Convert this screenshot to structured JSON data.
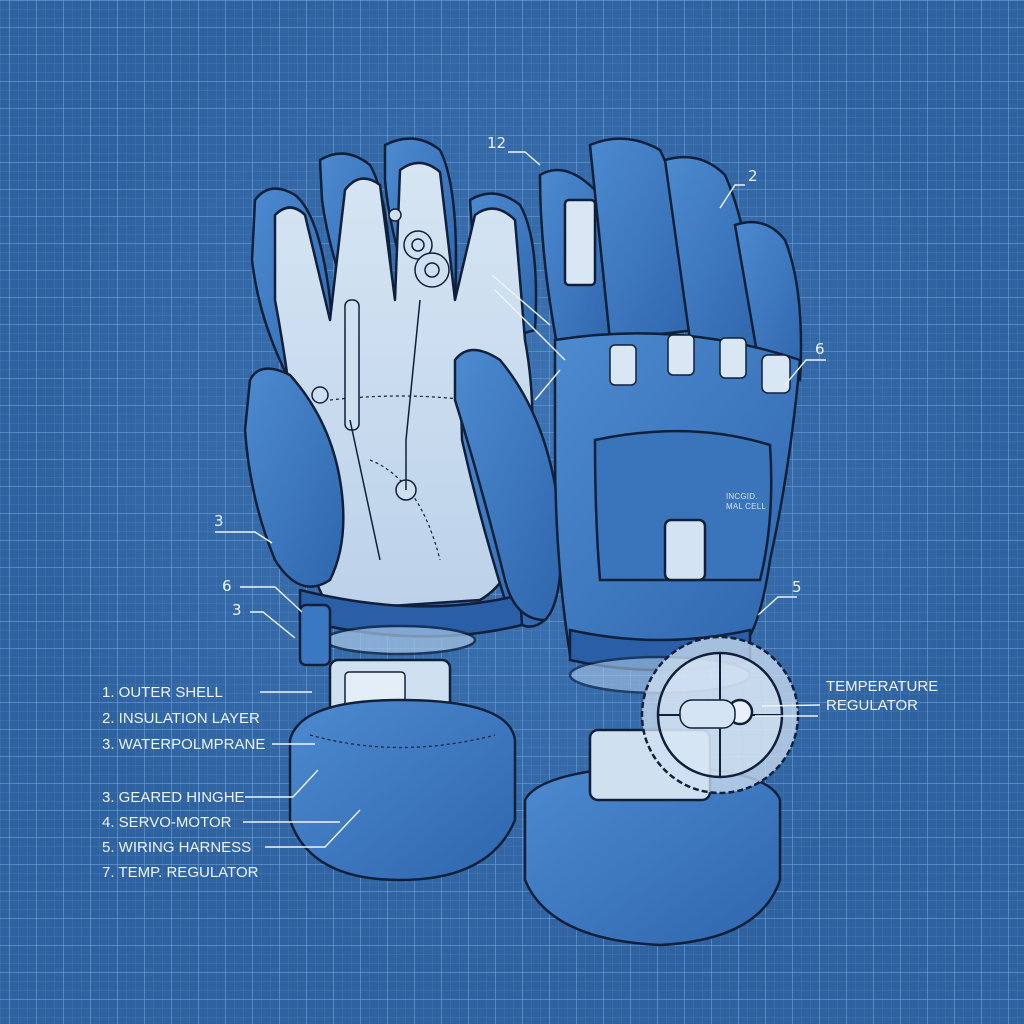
{
  "diagram": {
    "subject": "Heated mechanical glove blueprint",
    "style": "blueprint grid",
    "colors": {
      "background": "#2f62a0",
      "grid_line": "#78aae1",
      "glove_fill": "#3f7cc4",
      "glove_dark": "#2a5ea6",
      "palm_fill": "#c9dcef",
      "outline": "#10203a",
      "callout": "#eef4fb"
    }
  },
  "legend": {
    "items": [
      {
        "label": "1. OUTER SHELL"
      },
      {
        "label": "2. INSULATION LAYER"
      },
      {
        "label": "3. WATERPOLMPRANE"
      },
      {
        "label": "3. GEARED HINGHE"
      },
      {
        "label": "4. SERVO-MOTOR"
      },
      {
        "label": "5. WIRING HARNESS"
      },
      {
        "label": "7. TEMP. REGULATOR"
      }
    ]
  },
  "callouts": {
    "n12": "12",
    "n2": "2",
    "n6_right": "6",
    "n3_upper": "3",
    "n6_left": "6",
    "n3_lower": "3",
    "n5": "5",
    "temp_regulator_line1": "TEMPERATURE",
    "temp_regulator_line2": "REGULATOR"
  },
  "panel_text": {
    "line1": "INCGID.",
    "line2": "MAL CELL"
  }
}
